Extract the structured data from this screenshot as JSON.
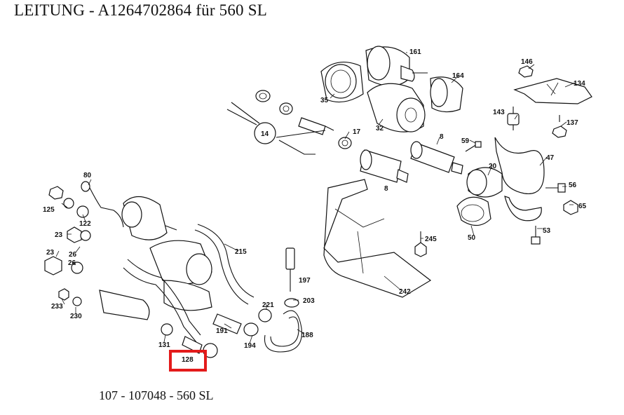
{
  "title": "LEITUNG  - A1264702864 für 560 SL",
  "footer": "107 - 107048 - 560 SL",
  "highlight_color": "#e31b1b",
  "callouts": {
    "p161": "161",
    "p164": "164",
    "p35": "35",
    "p32": "32",
    "p14": "14",
    "p17": "17",
    "p8a": "8",
    "p8b": "8",
    "p59": "59",
    "p20": "20",
    "p47": "47",
    "p143": "143",
    "p146": "146",
    "p134": "134",
    "p137": "137",
    "p56": "56",
    "p65": "65",
    "p53": "53",
    "p50": "50",
    "p245": "245",
    "p242": "242",
    "p80": "80",
    "p125": "125",
    "p122": "122",
    "p23a": "23",
    "p26a": "26",
    "p23b": "23",
    "p26b": "26",
    "p233": "233",
    "p230": "230",
    "p215": "215",
    "p197": "197",
    "p203": "203",
    "p221": "221",
    "p191": "191",
    "p194": "194",
    "p188": "188",
    "p131": "131",
    "p128": "128"
  }
}
